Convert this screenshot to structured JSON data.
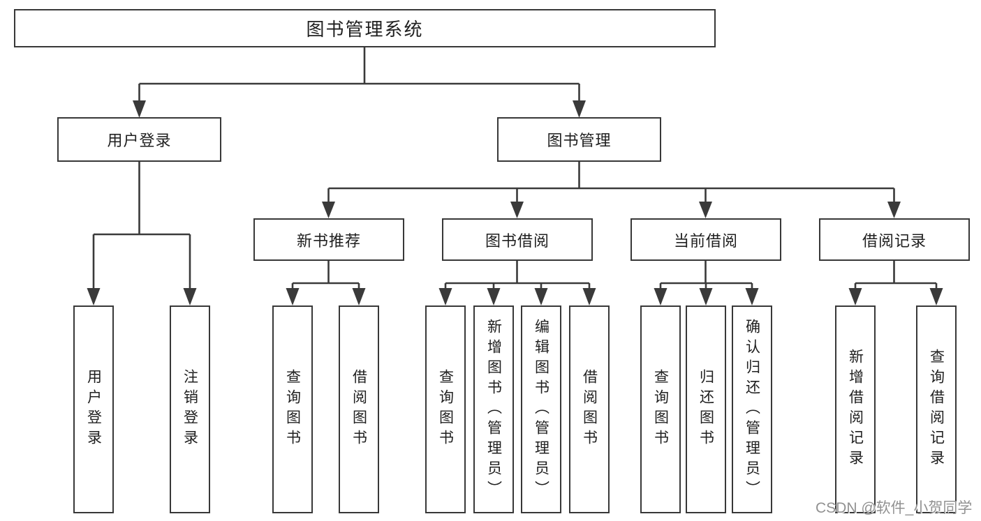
{
  "diagram": {
    "root_label": "图书管理系统",
    "login_branch": {
      "label": "用户登录",
      "children": [
        "用户登录",
        "注销登录"
      ]
    },
    "mgmt_branch": {
      "label": "图书管理",
      "sections": [
        {
          "label": "新书推荐",
          "children": [
            "查询图书",
            "借阅图书"
          ]
        },
        {
          "label": "图书借阅",
          "children": [
            "查询图书",
            "新增图书（管理员）",
            "编辑图书（管理员）",
            "借阅图书"
          ]
        },
        {
          "label": "当前借阅",
          "children": [
            "查询图书",
            "归还图书",
            "确认归还（管理员）"
          ]
        },
        {
          "label": "借阅记录",
          "children": [
            "新增借阅记录",
            "查询借阅记录"
          ]
        }
      ]
    }
  },
  "watermark": "CSDN @软件_小贺同学",
  "colors": {
    "line": "#3a3a3a",
    "box_border": "#383838",
    "text": "#202020",
    "watermark": "#919191",
    "background": "#ffffff"
  }
}
